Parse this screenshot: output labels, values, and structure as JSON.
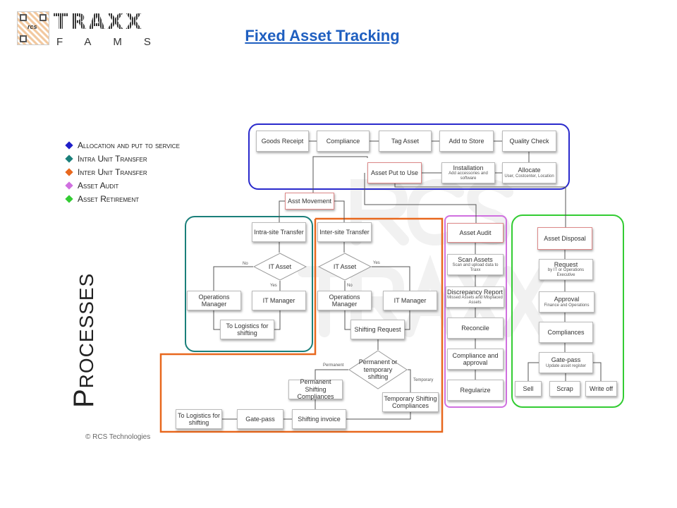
{
  "logo": {
    "brand": "TRAXX",
    "sub": "FAMS",
    "qr_text": "rcs"
  },
  "title": "Fixed Asset Tracking",
  "legend": [
    {
      "label": "Allocation and put to service",
      "color": "#1f1fc8"
    },
    {
      "label": "Intra Unit Transfer",
      "color": "#1a7f7a"
    },
    {
      "label": "Inter Unit Transfer",
      "color": "#e8681e"
    },
    {
      "label": "Asset Audit",
      "color": "#d070e0"
    },
    {
      "label": "Asset Retirement",
      "color": "#33cc33"
    }
  ],
  "side_title": "Processes",
  "footer": "© RCS Technologies",
  "watermark": "RCS TRAXX",
  "allocation": {
    "goods_receipt": "Goods Receipt",
    "compliance": "Compliance",
    "tag_asset": "Tag Asset",
    "add_to_store": "Add to Store",
    "quality_check": "Quality Check",
    "allocate": "Allocate",
    "allocate_sub": "User, Costcenter, Location",
    "installation": "Installation",
    "installation_sub": "Add accessories and software",
    "put_to_use": "Asset Put to Use"
  },
  "movement": "Asst Movement",
  "intra": {
    "transfer": "Intra-site Transfer",
    "decision": "IT Asset",
    "no": "No",
    "yes": "Yes",
    "ops": "Operations Manager",
    "it": "IT Manager",
    "logistics": "To Logistics for shifting"
  },
  "inter": {
    "transfer": "Inter-site Transfer",
    "decision": "IT Asset",
    "no": "No",
    "yes": "Yes",
    "ops": "Operations Manager",
    "it": "IT Manager",
    "request": "Shifting Request",
    "decision2": "Permanent or temporary shifting",
    "permanent": "Permanent",
    "temporary": "Temporary",
    "perm_comp": "Permanent Shifting Compliances",
    "temp_comp": "Temporary Shifting Compliances",
    "invoice": "Shifting invoice",
    "gatepass": "Gate-pass",
    "logistics": "To Logistics for shifting"
  },
  "audit": {
    "start": "Asset Audit",
    "scan": "Scan Assets",
    "scan_sub": "Scan and upload data to Traxx",
    "disc": "Discrepancy Report",
    "disc_sub": "Missed Assets and Misplaced Assets",
    "reconcile": "Reconcile",
    "comp": "Compliance and approval",
    "regularize": "Regularize"
  },
  "disposal": {
    "start": "Asset Disposal",
    "request": "Request",
    "request_sub": "by IT or Operations Executive",
    "approval": "Approval",
    "approval_sub": "Finance and Operations",
    "compliances": "Compliances",
    "gatepass": "Gate-pass",
    "gatepass_sub": "Update asset register",
    "sell": "Sell",
    "scrap": "Scrap",
    "writeoff": "Write off"
  }
}
